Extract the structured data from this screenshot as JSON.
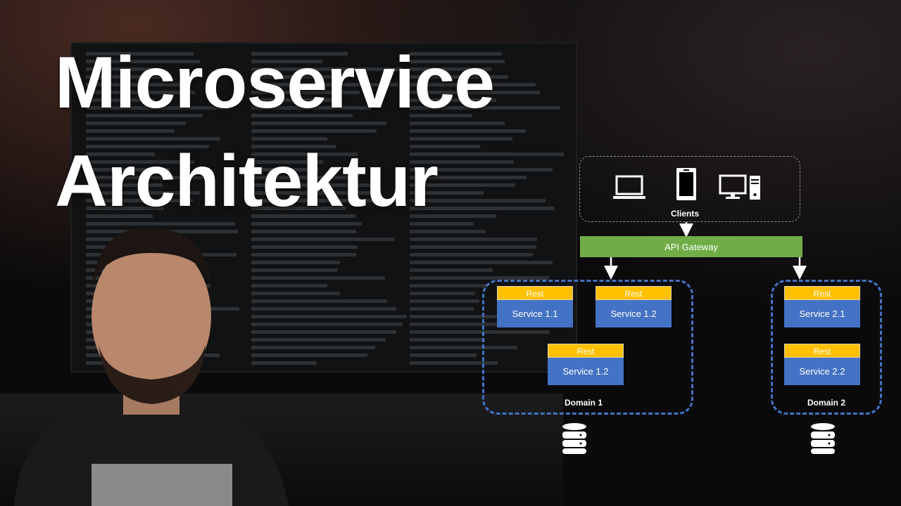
{
  "title": {
    "line1": "Microservice",
    "line2": "Architektur"
  },
  "diagram": {
    "clients_label": "Clients",
    "client_icons": [
      "laptop-icon",
      "smartphone-icon",
      "desktop-computer-icon"
    ],
    "gateway_label": "API Gateway",
    "domains": [
      {
        "label": "Domain 1",
        "services": [
          {
            "api": "Rest",
            "name": "Service 1.1"
          },
          {
            "api": "Rest",
            "name": "Service 1.2"
          },
          {
            "api": "Rest",
            "name": "Service 1.2"
          }
        ]
      },
      {
        "label": "Domain 2",
        "services": [
          {
            "api": "Rest",
            "name": "Service 2.1"
          },
          {
            "api": "Rest",
            "name": "Service 2.2"
          }
        ]
      }
    ],
    "colors": {
      "gateway": "#70ad47",
      "rest": "#ffc000",
      "service": "#4472c4",
      "domain_border": "#4472c4"
    }
  }
}
